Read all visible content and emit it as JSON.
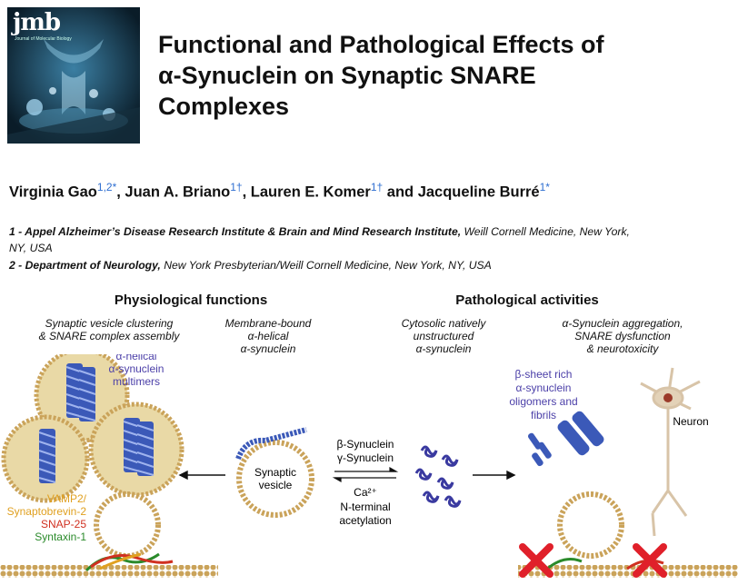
{
  "cover": {
    "logo": "jmb",
    "subtitle": "Journal of Molecular Biology"
  },
  "title": {
    "line1": "Functional and Pathological Effects of",
    "line2": "α-Synuclein on Synaptic SNARE",
    "line3": "Complexes"
  },
  "authors": [
    {
      "name": "Virginia Gao",
      "sup": "1,2*",
      "sep": ", "
    },
    {
      "name": "Juan A. Briano",
      "sup": "1†",
      "sep": ", "
    },
    {
      "name": "Lauren E. Komer",
      "sup": "1†",
      "sep": " and "
    },
    {
      "name": "Jacqueline Burré",
      "sup": "1*",
      "sep": ""
    }
  ],
  "affiliations": [
    {
      "num": "1 - ",
      "inst": "Appel Alzheimer’s Disease Research Institute & Brain and Mind Research Institute,",
      "rest_line1": " Weill Cornell Medicine, New York,",
      "rest_line2": "NY, USA"
    },
    {
      "num": "2 - ",
      "inst": "Department of Neurology,",
      "rest_line1": " New York Presbyterian/Weill Cornell Medicine, New York, NY, USA",
      "rest_line2": ""
    }
  ],
  "figure": {
    "left_heading": "Physiological functions",
    "right_heading": "Pathological activities",
    "cap_clustering": [
      "Synaptic vesicle clustering",
      "& SNARE complex assembly"
    ],
    "cap_membrane": [
      "Membrane-bound",
      "α-helical",
      "α-synuclein"
    ],
    "cap_cytosolic": [
      "Cytosolic natively",
      "unstructured",
      "α-synuclein"
    ],
    "cap_aggregation": [
      "α-Synuclein aggregation,",
      "SNARE dysfunction",
      "& neurotoxicity"
    ],
    "multimers_label": [
      "α-helical",
      "α-synuclein",
      "multimers"
    ],
    "oligomers_label": [
      "β-sheet rich",
      "α-synuclein",
      "oligomers and",
      "fibrils"
    ],
    "neuron_label": "Neuron",
    "vesicle_label": [
      "Synaptic",
      "vesicle"
    ],
    "equilibrium_top": [
      "β-Synuclein",
      "γ-Synuclein"
    ],
    "equilibrium_bottom": [
      "Ca²⁺",
      "N-terminal",
      "acetylation"
    ],
    "snare_labels": [
      {
        "text": "VAMP2/",
        "color": "#e0a020"
      },
      {
        "text": "Synaptobrevin-2",
        "color": "#e0a020"
      },
      {
        "text": "SNAP-25",
        "color": "#d03020"
      },
      {
        "text": "Syntaxin-1",
        "color": "#2a8a2a"
      }
    ],
    "colors": {
      "purple": "#4b3fa8",
      "vesicle": "#e9d9a6",
      "bead": "#caa35a",
      "cross": "#e0202a"
    }
  }
}
